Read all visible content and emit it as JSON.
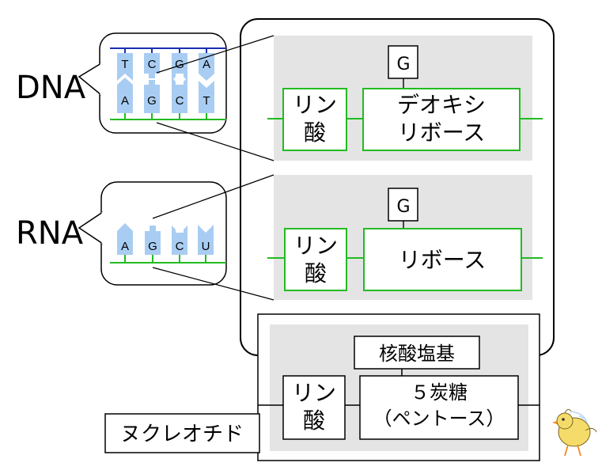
{
  "left": {
    "dna_label": "DNA",
    "rna_label": "RNA",
    "dna_top_bases": [
      "T",
      "C",
      "G",
      "A"
    ],
    "dna_bottom_bases": [
      "A",
      "G",
      "C",
      "T"
    ],
    "rna_bases": [
      "A",
      "G",
      "C",
      "U"
    ]
  },
  "dna_panel": {
    "base": "G",
    "phosphate": [
      "リン",
      "酸"
    ],
    "sugar": [
      "デオキシ",
      "リボース"
    ]
  },
  "rna_panel": {
    "base": "G",
    "phosphate": [
      "リン",
      "酸"
    ],
    "sugar": "リボース"
  },
  "nucleotide_panel": {
    "base": "核酸塩基",
    "phosphate": [
      "リン",
      "酸"
    ],
    "sugar": [
      "５炭糖",
      "（ペントース）"
    ]
  },
  "nucleotide_label": "ヌクレオチド",
  "colors": {
    "bond_green": "#22bb22",
    "dna_strand_blue": "#1a2fb0",
    "base_fill": "#a9cdf2",
    "panel_gray": "#e4e4e4"
  },
  "mascot": "chick-icon"
}
